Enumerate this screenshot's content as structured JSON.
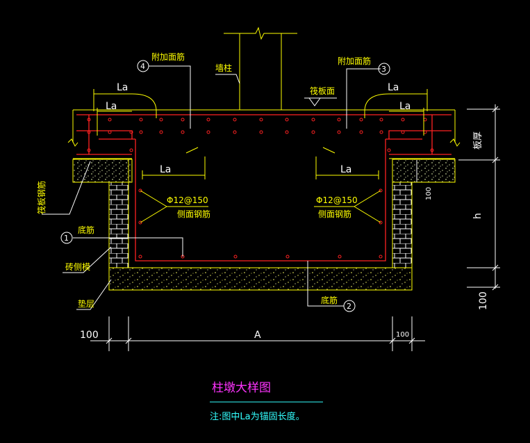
{
  "colors": {
    "background": "#000000",
    "structure": "#ffff00",
    "rebar": "#ff2222",
    "dimension": "#ffffff",
    "title": "#ff33ff",
    "note": "#33ffff",
    "leader": "#ffffff",
    "slab_fill": "#9aa06a"
  },
  "labels": {
    "wall_column": "墙柱",
    "raft_top": "筏板面",
    "added_top_bar_left": "附加面筋",
    "added_top_bar_right": "附加面筋",
    "raft_rebar": "筏板钢筋",
    "bottom_bar_left": "底筋",
    "bottom_bar_right": "底筋",
    "brick_formwork": "砖侧模",
    "cushion": "垫层",
    "side_bar_left_spec": "Φ12@150",
    "side_bar_left_name": "侧面钢筋",
    "side_bar_right_spec": "Φ12@150",
    "side_bar_right_name": "侧面钢筋",
    "slab_thickness": "板厚",
    "h": "h"
  },
  "markers": {
    "m1": "1",
    "m2": "2",
    "m3": "3",
    "m4": "4"
  },
  "dimensions": {
    "la_top_left_outer": "La",
    "la_top_left_inner": "La",
    "la_top_right_outer": "La",
    "la_top_right_inner": "La",
    "la_mid_left": "La",
    "la_mid_right": "La",
    "d100_left": "100",
    "d_a": "A",
    "d100_right": "100",
    "d100_side": "100",
    "d100_bottom_right": "100"
  },
  "title": "柱墩大样图",
  "note": "注:图中La为锚固长度。"
}
